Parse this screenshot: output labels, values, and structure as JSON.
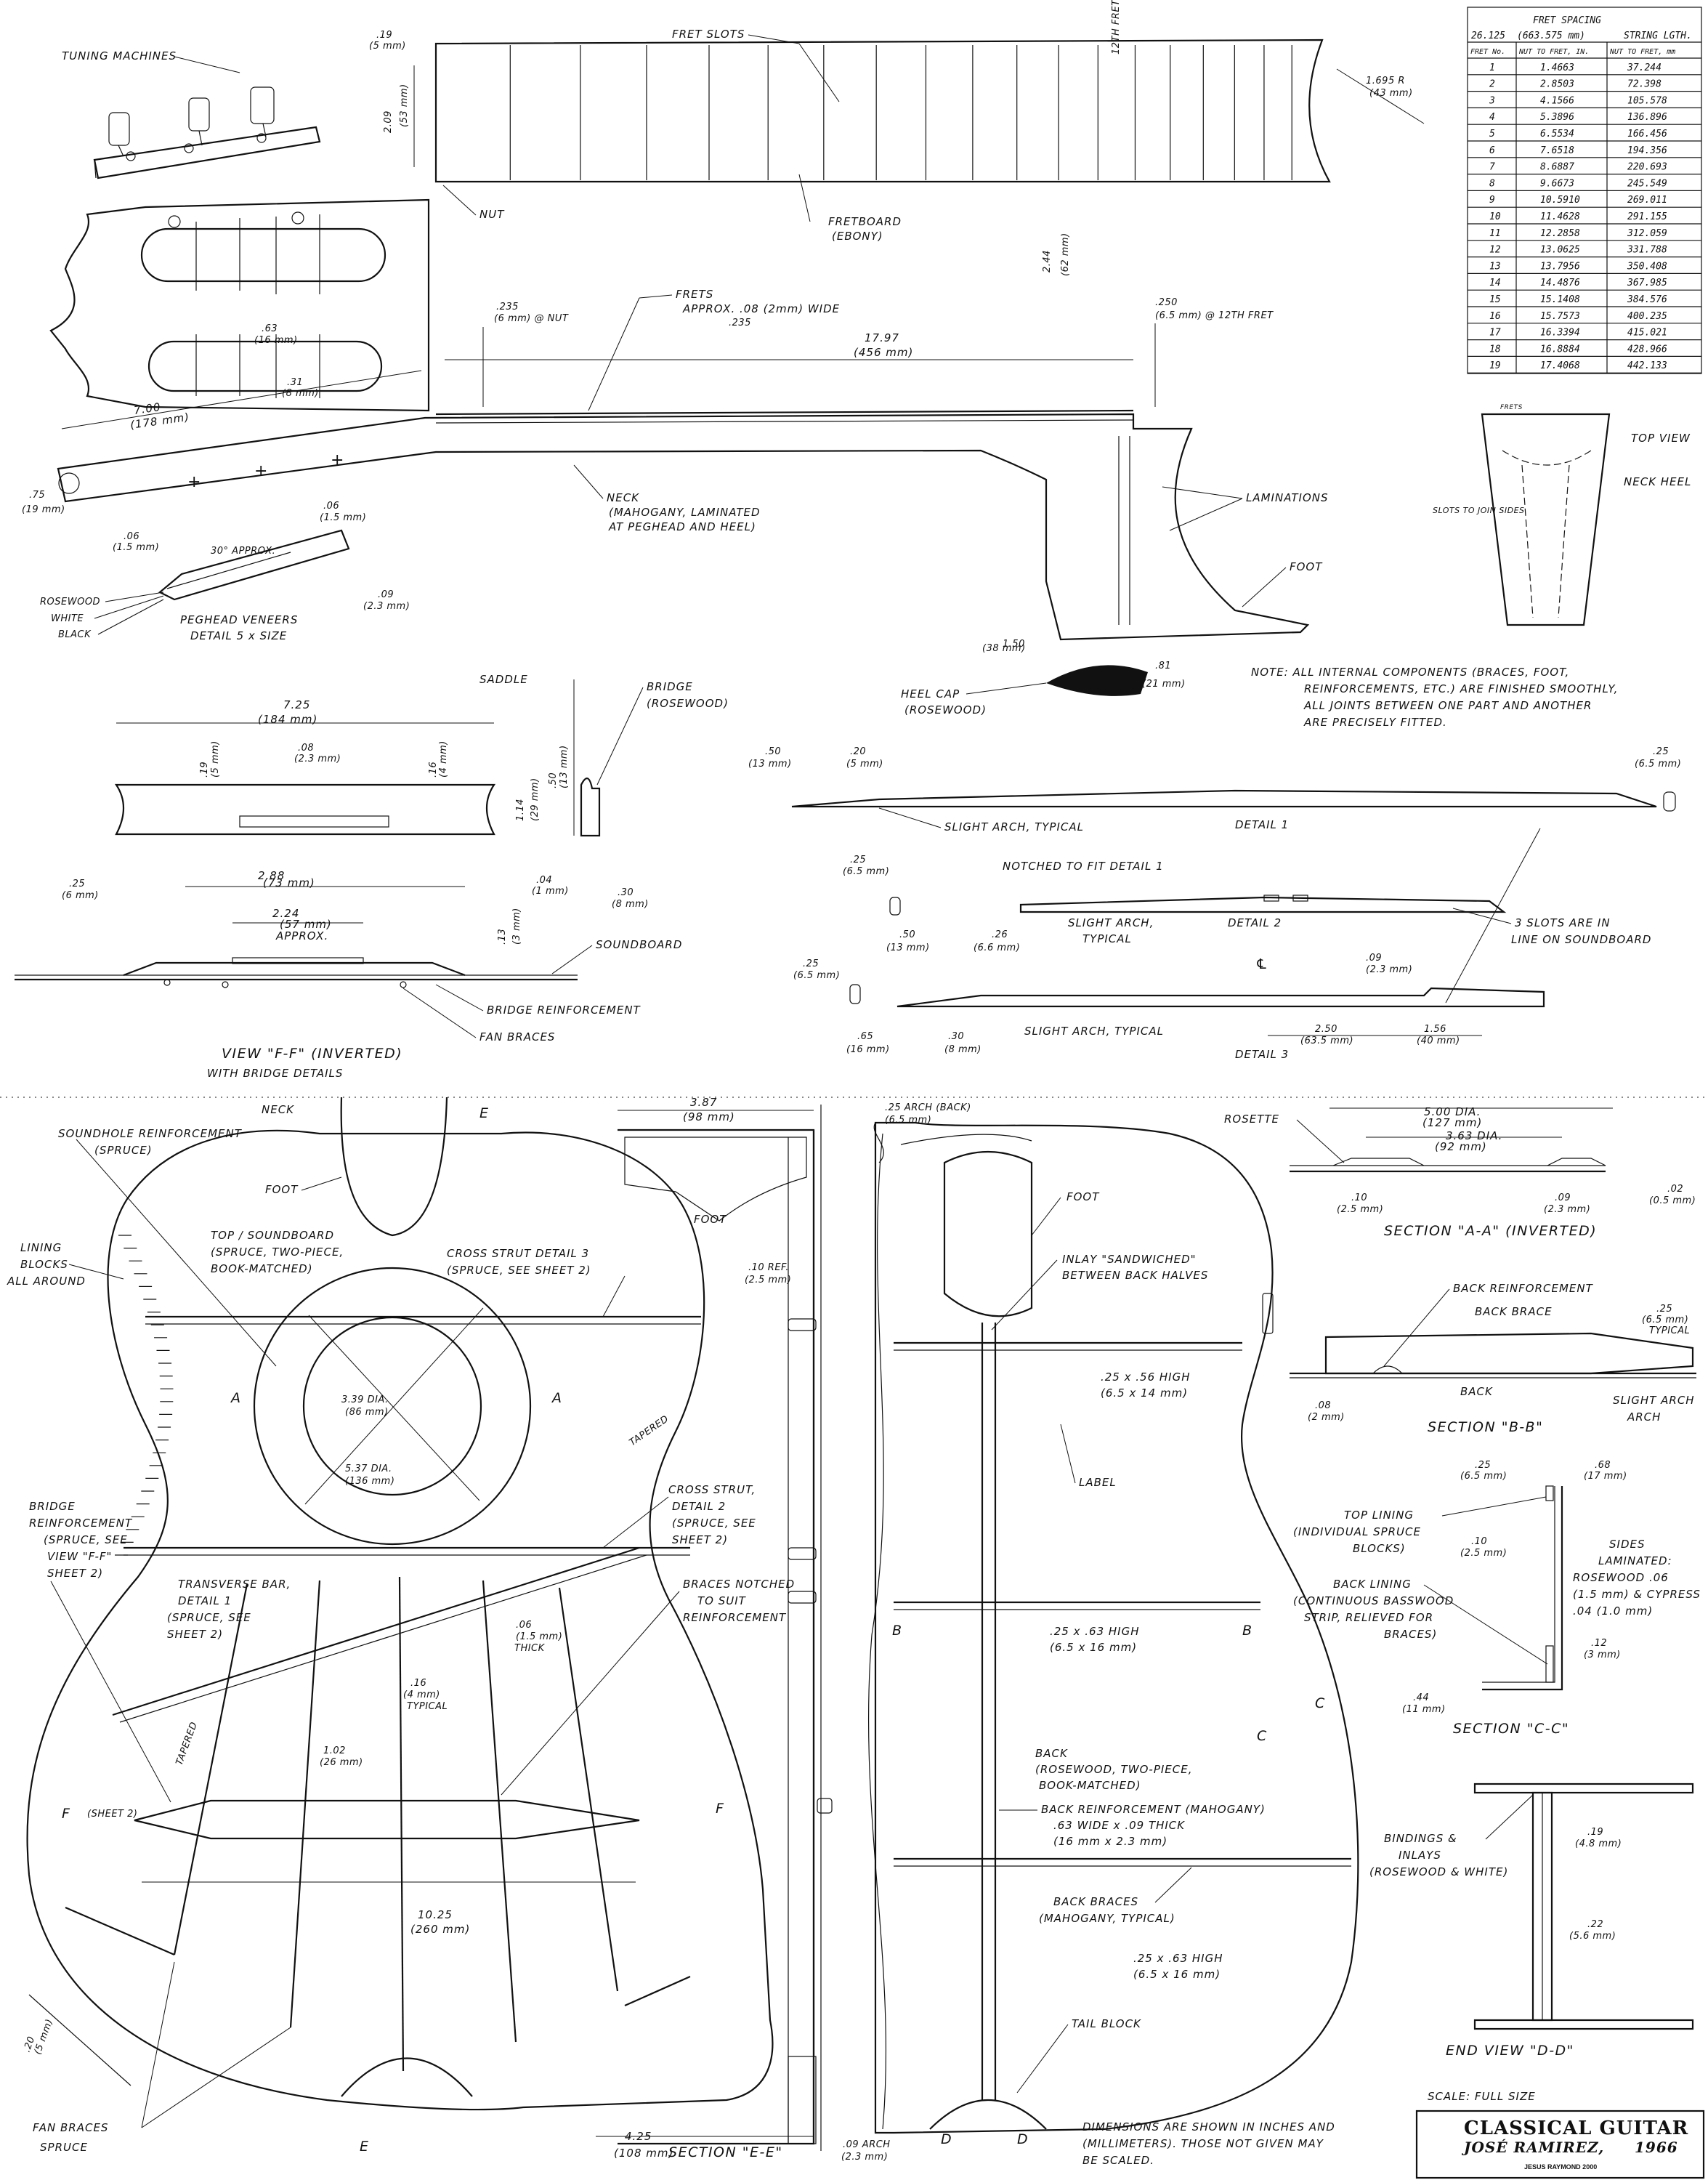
{
  "title_block": {
    "title": "CLASSICAL GUITAR",
    "maker": "JOSÉ RAMIREZ,",
    "year": "1966",
    "draftsman": "JESUS RAYMOND 2000"
  },
  "scale_note": "SCALE: FULL SIZE",
  "dimensions_note_1": "DIMENSIONS ARE SHOWN IN INCHES AND",
  "dimensions_note_2": "(MILLIMETERS). THOSE NOT GIVEN MAY",
  "dimensions_note_3": "BE SCALED.",
  "internal_note_1": "NOTE: ALL INTERNAL COMPONENTS (BRACES, FOOT,",
  "internal_note_2": "REINFORCEMENTS, ETC.) ARE FINISHED SMOOTHLY,",
  "internal_note_3": "ALL JOINTS BETWEEN ONE PART AND ANOTHER",
  "internal_note_4": "ARE PRECISELY FITTED.",
  "fret_table": {
    "title": "FRET SPACING",
    "scale_in": "26.125",
    "scale_mm": "(663.575 mm)",
    "string_length": "STRING LGTH.",
    "headers": [
      "FRET No.",
      "NUT TO FRET, IN.",
      "NUT TO FRET, mm"
    ],
    "rows": [
      [
        "1",
        "1.4663",
        "37.244"
      ],
      [
        "2",
        "2.8503",
        "72.398"
      ],
      [
        "3",
        "4.1566",
        "105.578"
      ],
      [
        "4",
        "5.3896",
        "136.896"
      ],
      [
        "5",
        "6.5534",
        "166.456"
      ],
      [
        "6",
        "7.6518",
        "194.356"
      ],
      [
        "7",
        "8.6887",
        "220.693"
      ],
      [
        "8",
        "9.6673",
        "245.549"
      ],
      [
        "9",
        "10.5910",
        "269.011"
      ],
      [
        "10",
        "11.4628",
        "291.155"
      ],
      [
        "11",
        "12.2858",
        "312.059"
      ],
      [
        "12",
        "13.0625",
        "331.788"
      ],
      [
        "13",
        "13.7956",
        "350.408"
      ],
      [
        "14",
        "14.4876",
        "367.985"
      ],
      [
        "15",
        "15.1408",
        "384.576"
      ],
      [
        "16",
        "15.7573",
        "400.235"
      ],
      [
        "17",
        "16.3394",
        "415.021"
      ],
      [
        "18",
        "16.8884",
        "428.966"
      ],
      [
        "19",
        "17.4068",
        "442.133"
      ]
    ]
  },
  "labels": {
    "tuning_machines": "TUNING MACHINES",
    "fret_slots": "FRET SLOTS",
    "twelfth_fret": "12TH FRET",
    "fretboard": "FRETBOARD",
    "ebony": "(EBONY)",
    "nut": "NUT",
    "frets": "FRETS",
    "frets_width": "APPROX. .08 (2mm) WIDE",
    "neck": "NECK",
    "neck_desc_1": "(MAHOGANY, LAMINATED",
    "neck_desc_2": "AT PEGHEAD AND HEEL)",
    "laminations": "LAMINATIONS",
    "foot": "FOOT",
    "heel_cap": "HEEL CAP",
    "rosewood_paren": "(ROSEWOOD)",
    "rosewood": "ROSEWOOD",
    "white": "WHITE",
    "black": "BLACK",
    "peghead_veneers": "PEGHEAD VENEERS",
    "detail_5x": "DETAIL 5 x SIZE",
    "thirty_approx": "30° APPROX.",
    "top_view": "TOP VIEW",
    "neck_heel": "NECK HEEL",
    "slots_join_sides": "SLOTS TO JOIN SIDES",
    "frets_small": "FRETS",
    "saddle": "SADDLE",
    "bridge": "BRIDGE",
    "soundboard": "SOUNDBOARD",
    "bridge_reinforcement": "BRIDGE REINFORCEMENT",
    "fan_braces": "FAN BRACES",
    "view_ff": "VIEW \"F-F\" (INVERTED)",
    "view_ff_2": "WITH BRIDGE DETAILS",
    "slight_arch_typical": "SLIGHT ARCH, TYPICAL",
    "detail_1": "DETAIL 1",
    "notched_to_fit": "NOTCHED TO FIT DETAIL 1",
    "slight_arch": "SLIGHT ARCH,",
    "typical": "TYPICAL",
    "detail_2": "DETAIL 2",
    "three_slots_1": "3 SLOTS ARE IN",
    "three_slots_2": "LINE ON SOUNDBOARD",
    "detail_3": "DETAIL 3",
    "soundhole_reinf": "SOUNDHOLE REINFORCEMENT",
    "spruce_paren": "(SPRUCE)",
    "lining_1": "LINING",
    "lining_2": "BLOCKS",
    "lining_3": "ALL AROUND",
    "top_soundboard": "TOP / SOUNDBOARD",
    "top_desc_1": "(SPRUCE, TWO-PIECE,",
    "top_desc_2": "BOOK-MATCHED)",
    "cross_strut_3": "CROSS STRUT DETAIL 3",
    "spruce_sheet2": "(SPRUCE, SEE SHEET 2)",
    "dia_339": "3.39 DIA.",
    "dia_86": "(86 mm)",
    "dia_537": "5.37 DIA.",
    "dia_136": "(136 mm)",
    "tapered": "TAPERED",
    "bridge_reinf_1": "BRIDGE",
    "bridge_reinf_2": "REINFORCEMENT",
    "bridge_reinf_3": "(SPRUCE, SEE",
    "bridge_reinf_4": "VIEW \"F-F\"",
    "bridge_reinf_5": "SHEET 2)",
    "cross_strut_2a": "CROSS STRUT,",
    "cross_strut_2b": "DETAIL 2",
    "cross_strut_2c": "(SPRUCE, SEE",
    "cross_strut_2d": "SHEET 2)",
    "transverse_1": "TRANSVERSE BAR,",
    "transverse_2": "DETAIL 1",
    "transverse_3": "(SPRUCE, SEE",
    "transverse_4": "SHEET 2)",
    "braces_notched_1": "BRACES NOTCHED",
    "braces_notched_2": "TO SUIT",
    "braces_notched_3": "REINFORCEMENT",
    "fan_braces_label": "FAN BRACES",
    "spruce": "SPRUCE",
    "section_ee": "SECTION \"E-E\"",
    "ref_10": ".10 REF.",
    "ref_25": "(2.5 mm)",
    "arch_back": ".25 ARCH (BACK)",
    "arch_back_mm": "(6.5 mm)",
    "arch_09": ".09 ARCH",
    "arch_09_mm": "(2.3 mm)",
    "inlay_1": "INLAY \"SANDWICHED\"",
    "inlay_2": "BETWEEN BACK HALVES",
    "label": "LABEL",
    "back_1": "BACK",
    "back_2": "(ROSEWOOD, TWO-PIECE,",
    "back_3": "BOOK-MATCHED)",
    "back_reinf_1": "BACK REINFORCEMENT (MAHOGANY)",
    "back_reinf_2": ".63 WIDE x .09 THICK",
    "back_reinf_3": "(16 mm x 2.3 mm)",
    "back_braces_1": "BACK BRACES",
    "back_braces_2": "(MAHOGANY, TYPICAL)",
    "tail_block": "TAIL BLOCK",
    "brace_1": ".25 x .56 HIGH",
    "brace_1mm": "(6.5 x 14 mm)",
    "brace_2": ".25 x .63 HIGH",
    "brace_2mm": "(6.5 x 16 mm)",
    "rosette": "ROSETTE",
    "section_aa": "SECTION \"A-A\" (INVERTED)",
    "back_reinforcement": "BACK REINFORCEMENT",
    "back_brace": "BACK BRACE",
    "back": "BACK",
    "slight_arch_2": "SLIGHT ARCH",
    "section_bb": "SECTION \"B-B\"",
    "top_lining_1": "TOP LINING",
    "top_lining_2": "(INDIVIDUAL SPRUCE",
    "top_lining_3": "BLOCKS)",
    "back_lining_1": "BACK LINING",
    "back_lining_2": "(CONTINUOUS BASSWOOD",
    "back_lining_3": "STRIP, RELIEVED FOR",
    "back_lining_4": "BRACES)",
    "sides_1": "SIDES",
    "sides_2": "LAMINATED:",
    "sides_3": "ROSEWOOD .06",
    "sides_4": "(1.5 mm) & CYPRESS",
    "sides_5": ".04 (1.0 mm)",
    "section_cc": "SECTION \"C-C\"",
    "bindings_1": "BINDINGS &",
    "bindings_2": "INLAYS",
    "bindings_3": "(ROSEWOOD & WHITE)",
    "end_view": "END VIEW \"D-D\"",
    "sheet2": "(SHEET 2)"
  },
  "dims": {
    "d_019": ".19",
    "d_5mm": "(5 mm)",
    "d_209": "2.09",
    "d_53mm": "(53 mm)",
    "d_1695": "1.695 R",
    "d_43mm": "(43 mm)",
    "d_244": "2.44",
    "d_62mm": "(62 mm)",
    "d_235": ".235",
    "d_6mm_nut": "(6 mm) @ NUT",
    "d_250": ".250",
    "d_65mm_12": "(6.5 mm) @ 12TH FRET",
    "d_1797": "17.97",
    "d_456": "(456 mm)",
    "d_63": ".63",
    "d_16mm": "(16 mm)",
    "d_31": ".31",
    "d_8mm": "(8 mm)",
    "d_700": "7.00",
    "d_178": "(178 mm)",
    "d_75": ".75",
    "d_19mm": "(19 mm)",
    "d_06": ".06",
    "d_15mm": "(1.5 mm)",
    "d_09": ".09",
    "d_23mm": "(2.3 mm)",
    "d_150": "1.50",
    "d_38mm": "(38 mm)",
    "d_81": ".81",
    "d_21mm": "(21 mm)",
    "d_725": "7.25",
    "d_184": "(184 mm)",
    "d_114": "1.14",
    "d_29": "(29 mm)",
    "d_50": ".50",
    "d_13mm": "(13 mm)",
    "d_04": ".04",
    "d_1mm": "(1 mm)",
    "d_30": ".30",
    "d_8mm_b": "(8 mm)",
    "d_288": "2.88",
    "d_73": "(73 mm)",
    "d_224": "2.24",
    "d_57": "(57 mm)",
    "d_approx": "APPROX.",
    "d_25": ".25",
    "d_6mm": "(6 mm)",
    "d_13": ".13",
    "d_3mm": "(3 mm)",
    "d_20": ".20",
    "d_5mm_b": "(5 mm)",
    "d_65mm": "(6.5 mm)",
    "d_26": ".26",
    "d_66mm": "(6.6 mm)",
    "d_65": ".65",
    "d_16mm_b": "(16 mm)",
    "d_250b": "2.50",
    "d_635": "(63.5 mm)",
    "d_156": "1.56",
    "d_40": "(40 mm)",
    "d_387": "3.87",
    "d_98": "(98 mm)",
    "d_16": ".16",
    "d_4mm": "(4 mm)",
    "d_typical": "TYPICAL",
    "d_thick": "THICK",
    "d_102": "1.02",
    "d_26mm": "(26 mm)",
    "d_1025": "10.25",
    "d_260": "(260 mm)",
    "d_425": "4.25",
    "d_108": "(108 mm)",
    "d_500": "5.00 DIA.",
    "d_127": "(127 mm)",
    "d_363": "3.63 DIA.",
    "d_92": "(92 mm)",
    "d_10": ".10",
    "d_25mm": "(2.5 mm)",
    "d_02": ".02",
    "d_05mm": "(0.5 mm)",
    "d_08": ".08",
    "d_2mm": "(2 mm)",
    "d_68": ".68",
    "d_17mm": "(17 mm)",
    "d_12": ".12",
    "d_3mm_b": "(3 mm)",
    "d_44": ".44",
    "d_11mm": "(11 mm)",
    "d_22": ".22",
    "d_56mm": "(5.6 mm)",
    "d_19b": ".19",
    "d_48mm": "(4.8 mm)"
  },
  "section_letters": {
    "a": "A",
    "b": "B",
    "c": "C",
    "d": "D",
    "e": "E",
    "f": "F",
    "cl": "℄"
  }
}
